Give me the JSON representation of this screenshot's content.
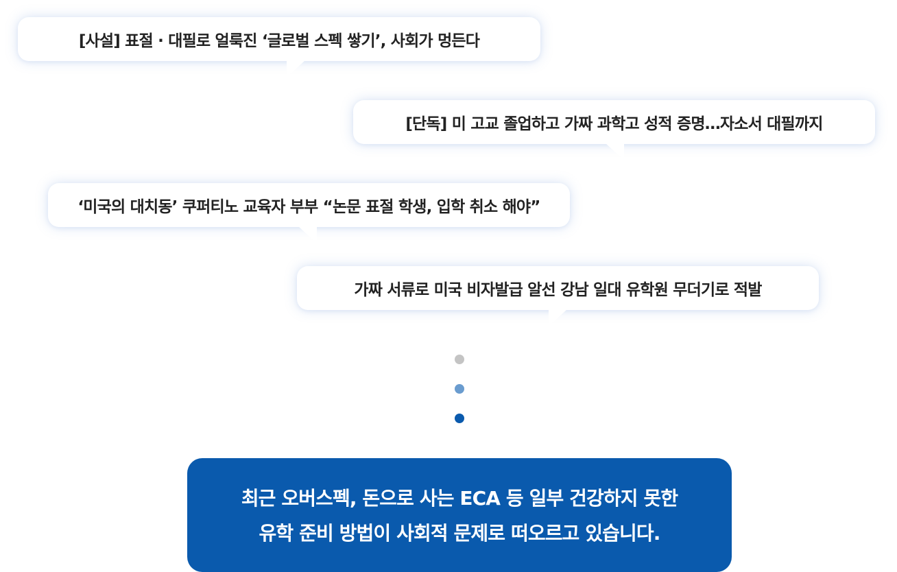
{
  "headlines": [
    {
      "text": "[사설] 표절 · 대필로 얼룩진 ‘글로벌 스펙 쌓기’, 사회가 멍든다"
    },
    {
      "text": "[단독] 미 고교 졸업하고 가짜 과학고 성적 증명…자소서 대필까지"
    },
    {
      "text": "‘미국의 대치동’ 쿠퍼티노 교육자 부부 “논문 표절 학생, 입학 취소 해야”"
    },
    {
      "text": "가짜 서류로 미국 비자발급 알선 강남 일대 유학원 무더기로 적발"
    }
  ],
  "dots": [
    {
      "color": "#c4c4c4"
    },
    {
      "color": "#6a9ccf"
    },
    {
      "color": "#0a5aad"
    }
  ],
  "summary": {
    "line1": "최근 오버스펙, 돈으로 사는 ECA 등 일부 건강하지 못한",
    "line2": "유학 준비 방법이 사회적 문제로 떠오르고 있습니다.",
    "background_color": "#0a5aad"
  }
}
